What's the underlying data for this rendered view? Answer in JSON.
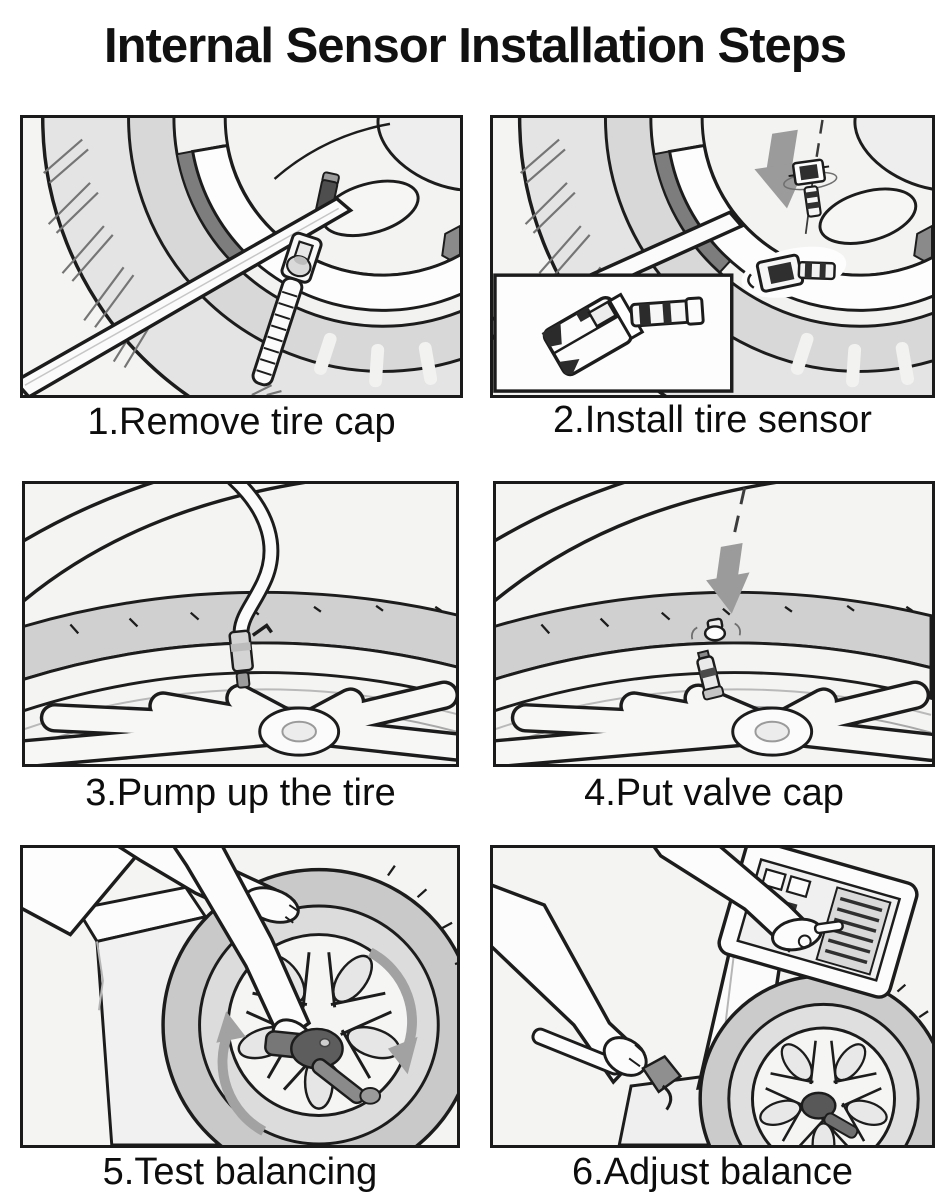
{
  "title": "Internal Sensor Installation Steps",
  "steps": [
    {
      "caption": "1.Remove tire cap",
      "illustration": "tire-iron-and-valve-core-tool-on-wheel"
    },
    {
      "caption": "2.Install tire sensor",
      "illustration": "sensor-lowered-into-rim-with-inset-closeup"
    },
    {
      "caption": "3.Pump up the tire",
      "illustration": "air-hose-attached-to-valve-stem"
    },
    {
      "caption": "4.Put valve cap",
      "illustration": "cap-lowered-onto-valve-stem"
    },
    {
      "caption": "5.Test balancing",
      "illustration": "hands-spinning-wheel-on-balancer"
    },
    {
      "caption": "6.Adjust balance",
      "illustration": "operator-pressing-balancer-console-with-hammer-tool"
    }
  ],
  "colors": {
    "line": "#1c1c1c",
    "panel_background": "#f4f4f2",
    "tread_gray": "#cfd0cf",
    "sidewall_gray": "#e4e4e4",
    "arrow_gray": "#9b9b9b",
    "dark_metal": "#565656",
    "shadow_gray": "#7d7d7d"
  }
}
